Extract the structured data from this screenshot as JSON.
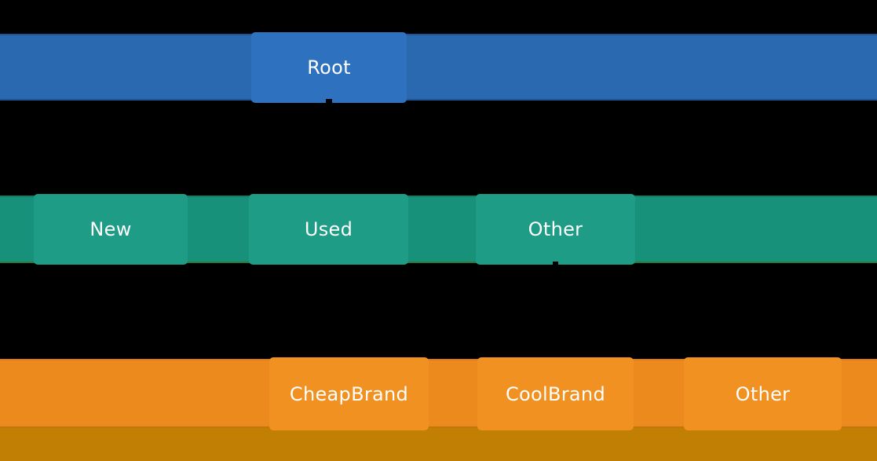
{
  "chart_data": {
    "type": "icicle",
    "orientation": "top-down",
    "background_color": "#000000",
    "text_color": "#ffffff",
    "levels": [
      {
        "depth": 0,
        "base_color": "#2a68af",
        "tile_color": "#2e71bf",
        "nodes": [
          {
            "label": "Root"
          }
        ]
      },
      {
        "depth": 1,
        "base_color": "#18917b",
        "tile_color": "#1e9c86",
        "nodes": [
          {
            "label": "New"
          },
          {
            "label": "Used"
          },
          {
            "label": "Other"
          }
        ]
      },
      {
        "depth": 2,
        "base_color": "#ec8a1e",
        "tile_color": "#f09121",
        "nodes": [
          {
            "label": "CheapBrand"
          },
          {
            "label": "CoolBrand"
          },
          {
            "label": "Other"
          }
        ]
      }
    ],
    "leaf_strip_color": "#c17f03"
  }
}
